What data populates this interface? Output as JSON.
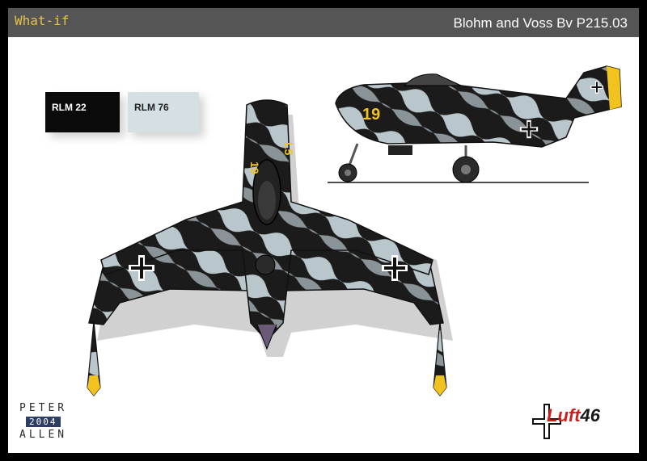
{
  "header": {
    "category": "What-if",
    "title": "Blohm and Voss Bv P215.03"
  },
  "swatches": [
    {
      "label": "RLM 22",
      "color": "#0a0a0a"
    },
    {
      "label": "RLM 76",
      "color": "#d4e0e3"
    }
  ],
  "aircraft": {
    "side_number": "19",
    "top_marking": "19 L5",
    "camo_dark": "#1b1b1b",
    "camo_light": "#b9c6cc",
    "tail_band_color": "#f2c21f"
  },
  "credit": {
    "line1": "PETER",
    "line2": "2004",
    "line3": "ALLEN"
  },
  "logo": {
    "prefix": "Luft",
    "number": "46",
    "icon": "balkenkreuz-icon"
  }
}
